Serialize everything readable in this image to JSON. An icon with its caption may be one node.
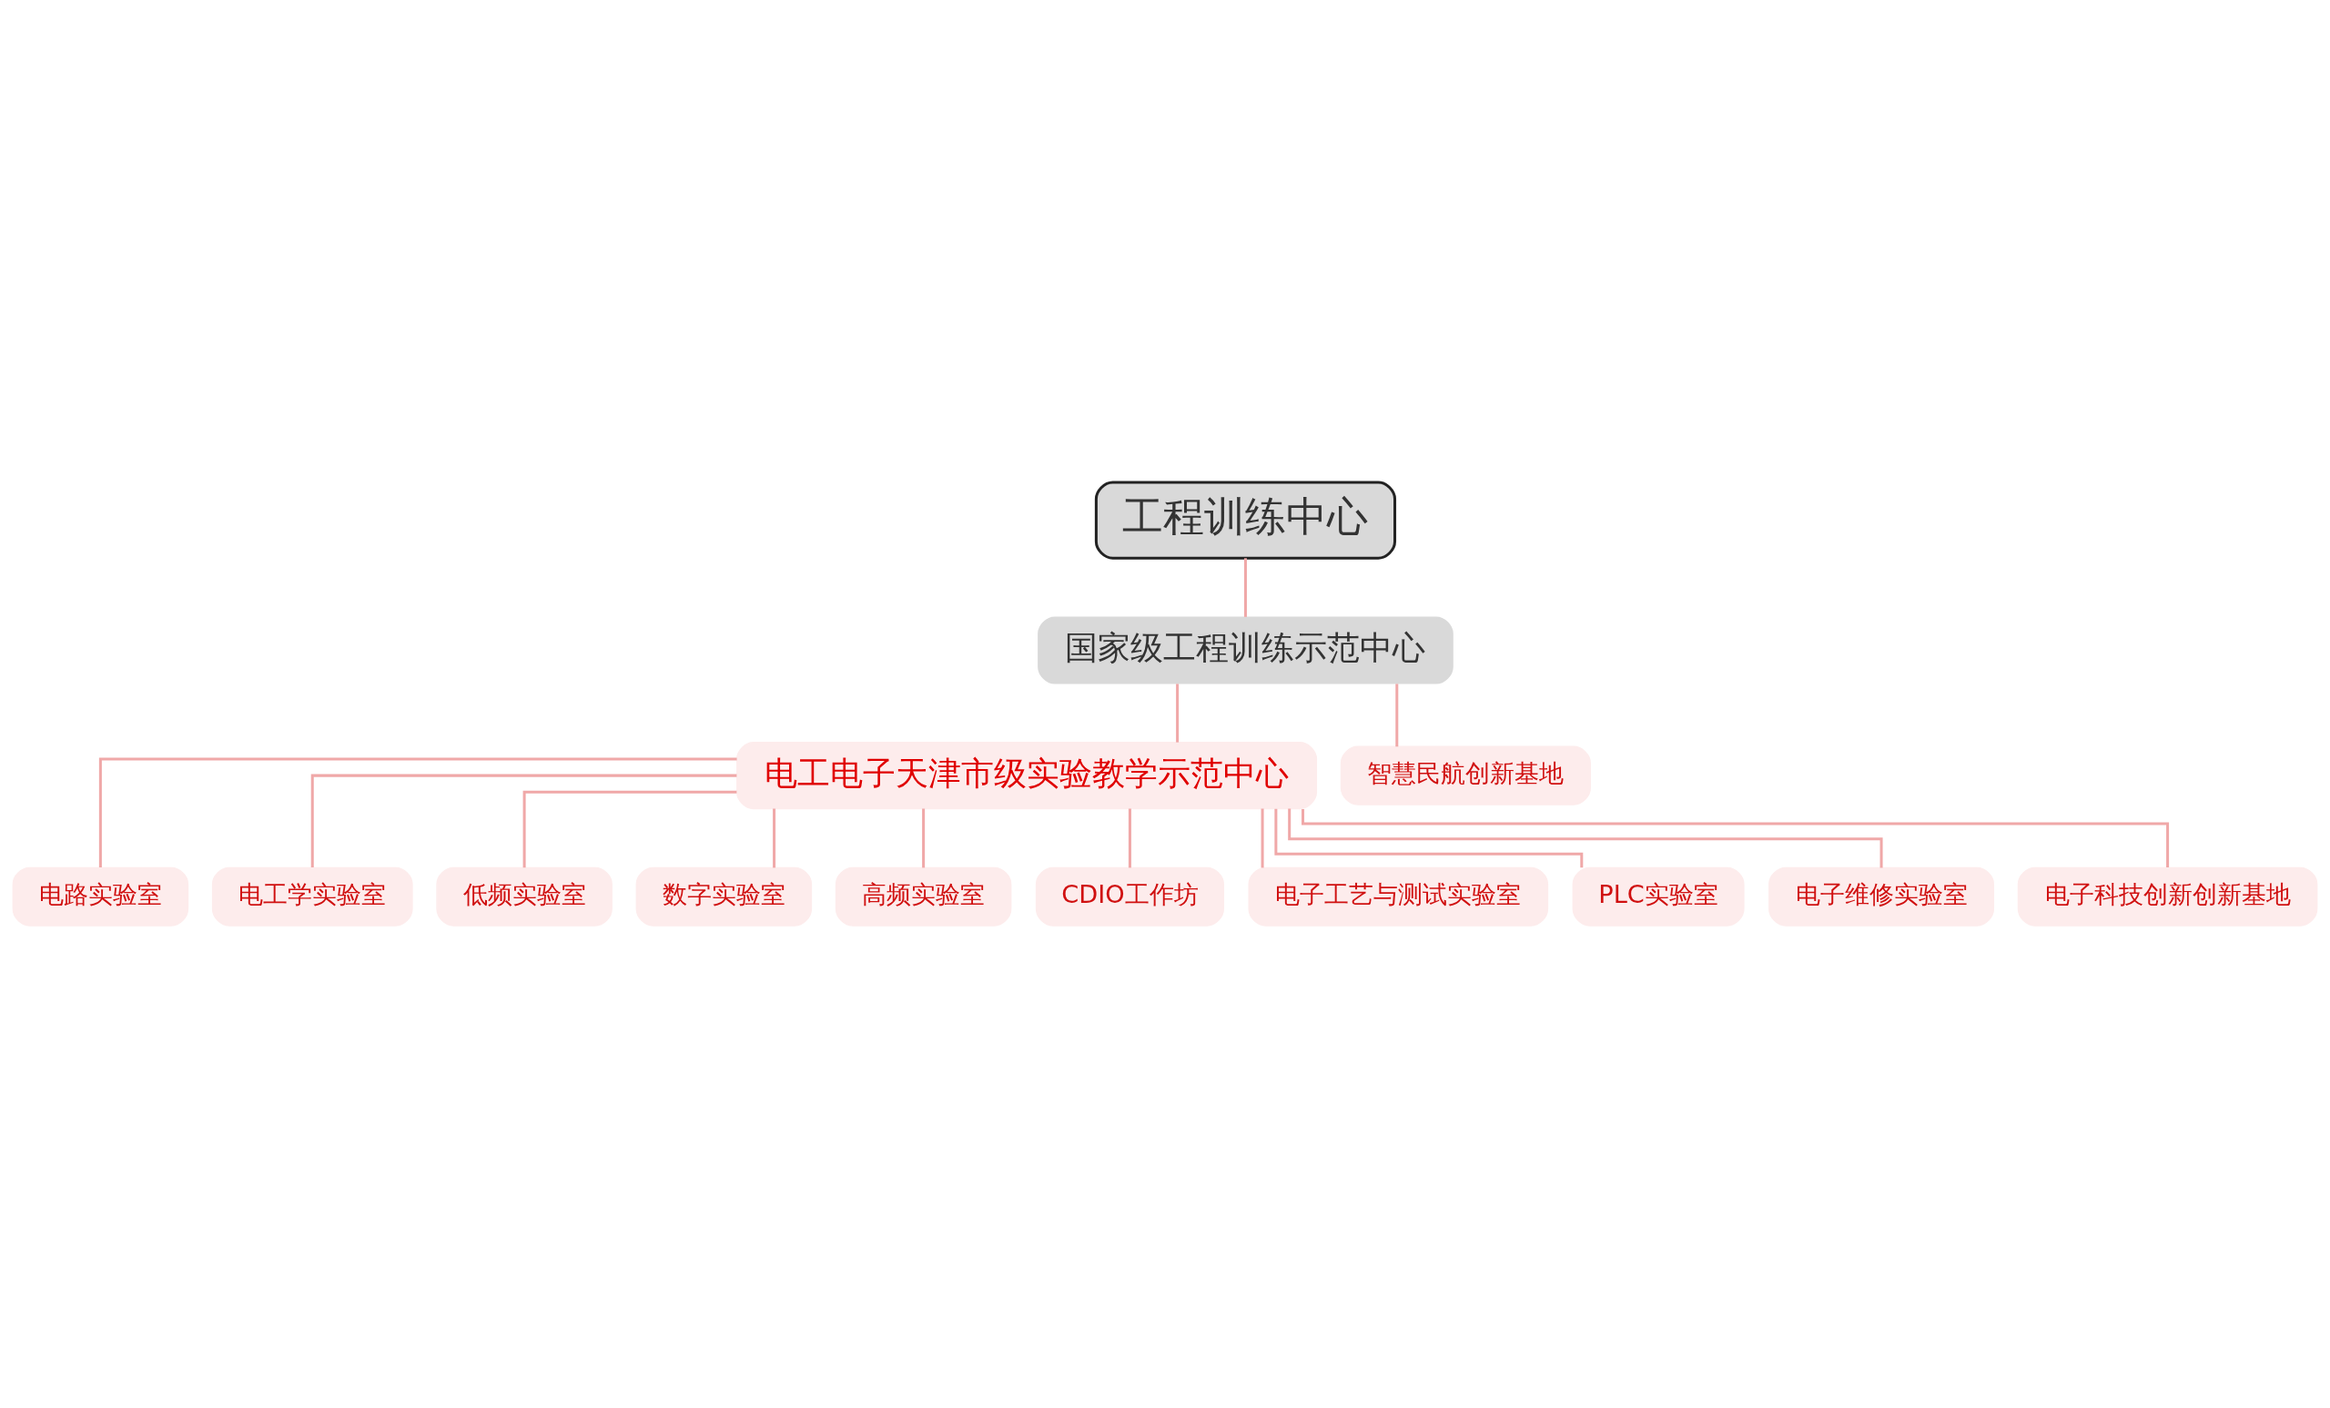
{
  "diagram": {
    "nodes": [
      {
        "text": [
          "工程训练中心"
        ]
      },
      {
        "text": [
          "国家级工程训练示范中心"
        ]
      },
      {
        "text": [
          "电工电子天津市级实验教学示范中心"
        ]
      },
      {
        "text": [
          "智慧民航创新基地"
        ]
      },
      {
        "text": [
          "电路实验室"
        ]
      },
      {
        "text": [
          "电工学实验室"
        ]
      },
      {
        "text": [
          "低频实验室"
        ]
      },
      {
        "text": [
          "数字实验室"
        ]
      },
      {
        "text": [
          "高频实验室"
        ]
      },
      {
        "text": [
          "CDIO工作坊"
        ]
      },
      {
        "text": [
          "电子工艺与测试实验室"
        ]
      },
      {
        "text": [
          "PLC实验室"
        ]
      },
      {
        "text": [
          "电子维修实验室"
        ]
      },
      {
        "text": [
          "电子科技创新创新基地"
        ]
      }
    ],
    "edges": [
      {
        "from": 0,
        "to": 1,
        "arrow": "none"
      },
      {
        "from": 1,
        "to": 2,
        "arrow": "none"
      },
      {
        "from": 1,
        "to": 3,
        "arrow": "none"
      },
      {
        "from": 2,
        "to": 4,
        "arrow": "none"
      },
      {
        "from": 2,
        "to": 5,
        "arrow": "none"
      },
      {
        "from": 2,
        "to": 6,
        "arrow": "none"
      },
      {
        "from": 2,
        "to": 7,
        "arrow": "none"
      },
      {
        "from": 2,
        "to": 8,
        "arrow": "none"
      },
      {
        "from": 2,
        "to": 9,
        "arrow": "none"
      },
      {
        "from": 2,
        "to": 10,
        "arrow": "none"
      },
      {
        "from": 2,
        "to": 11,
        "arrow": "none"
      },
      {
        "from": 2,
        "to": 12,
        "arrow": "none"
      },
      {
        "from": 2,
        "to": 13,
        "arrow": "none"
      }
    ]
  }
}
